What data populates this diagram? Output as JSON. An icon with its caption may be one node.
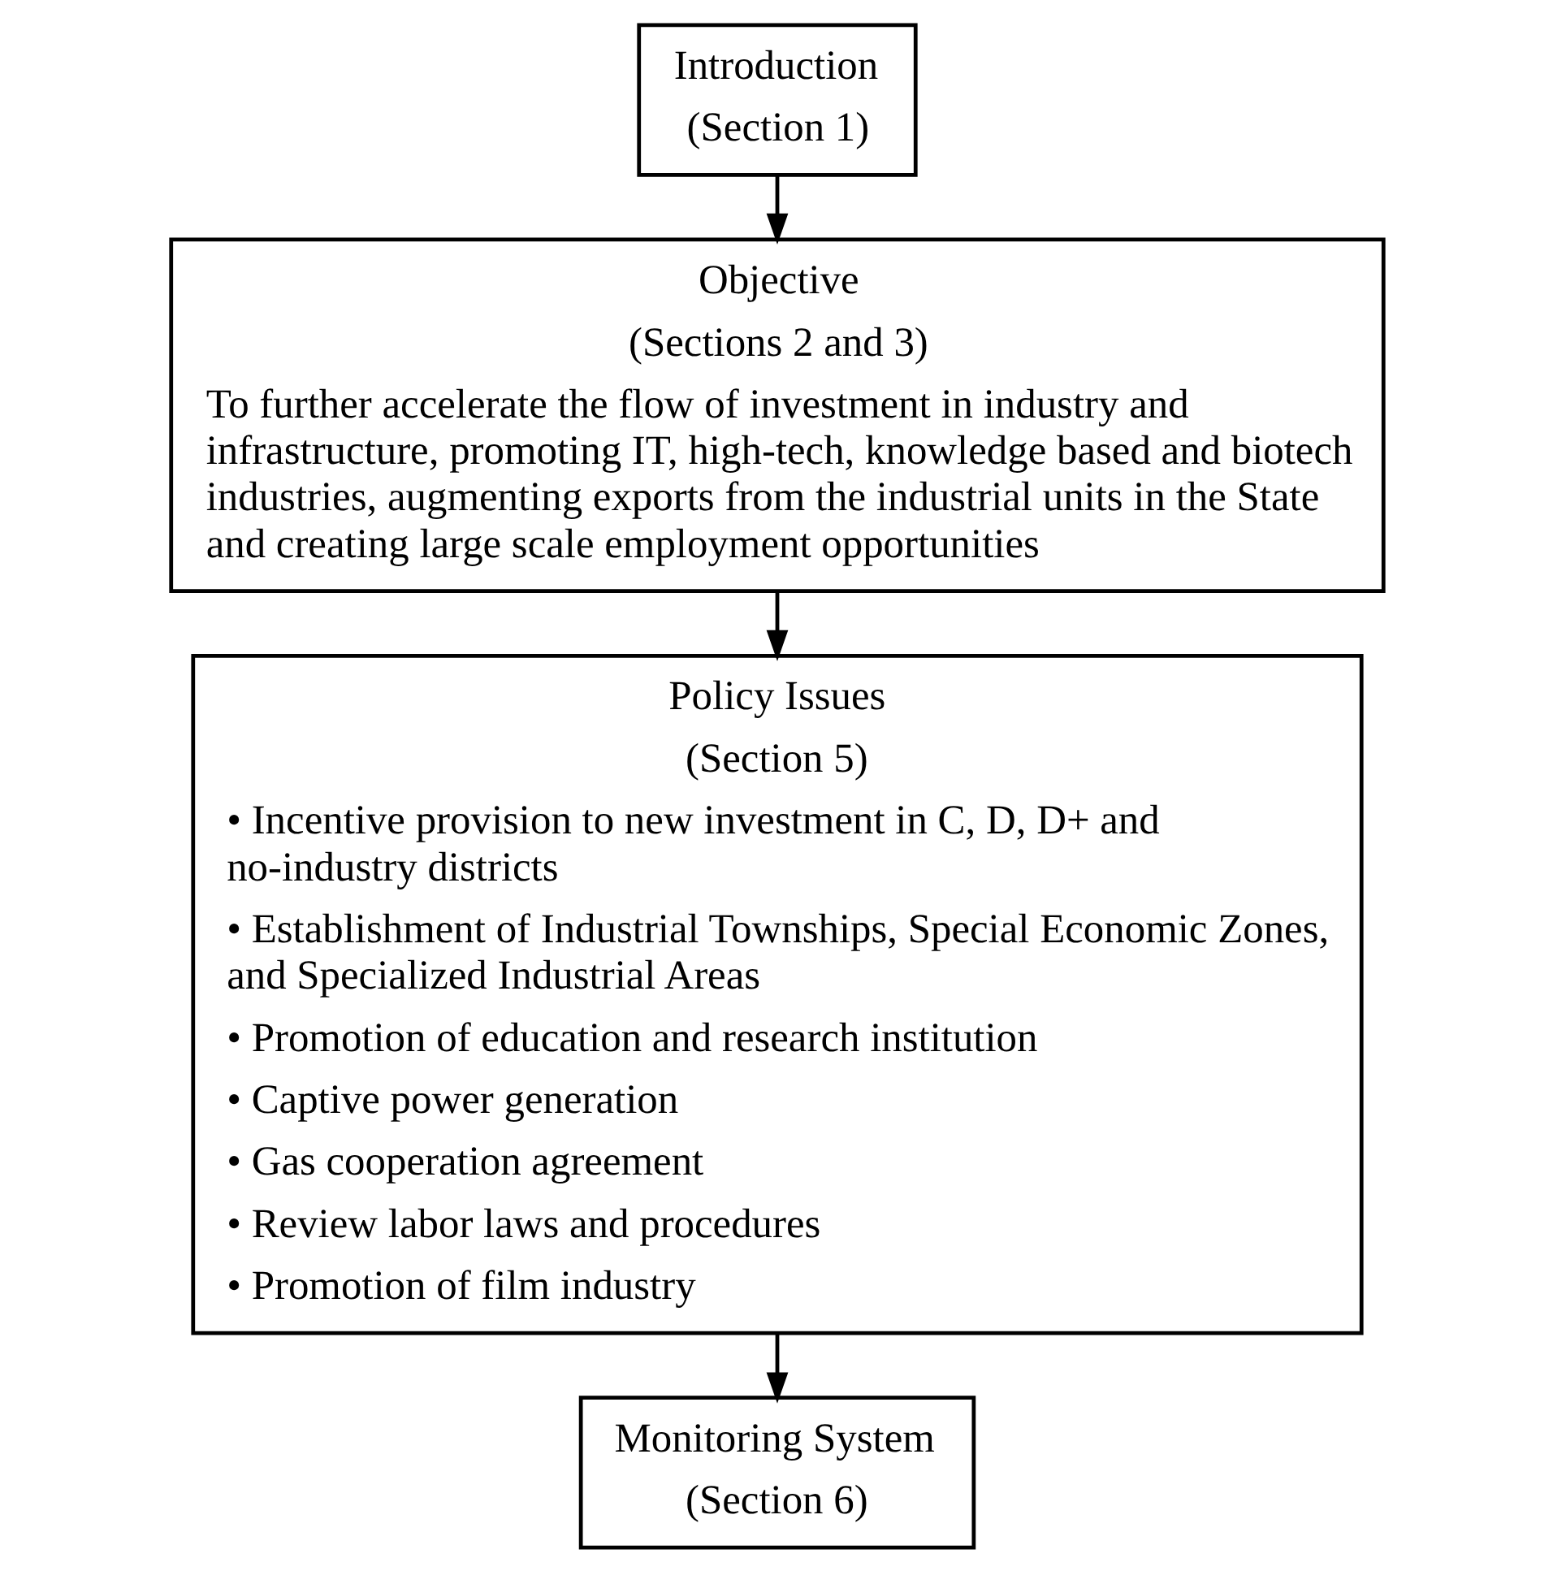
{
  "diagram": {
    "nodes": [
      {
        "text": [
          "Introduction",
          "(Section 1)"
        ]
      },
      {
        "text": [
          "Objective",
          "(Sections 2 and 3)",
          "To further accelerate the flow of investment in industry and infrastructure, promoting IT, high-tech, knowledge based and biotech industries, augmenting exports from the industrial units in the State and creating large scale employment opportunities"
        ]
      },
      {
        "text": [
          "Policy Issues",
          "(Section 5)",
          "• Incentive provision to new investment in C, D, D+ and no-industry districts",
          "• Establishment of Industrial Townships, Special Economic Zones, and Specialized Industrial Areas",
          "• Promotion of education and research institution",
          "• Captive power generation",
          "• Gas cooperation agreement",
          "• Review labor laws and procedures",
          "• Promotion of film industry"
        ]
      },
      {
        "text": [
          "Monitoring System",
          "(Section 6)"
        ]
      }
    ],
    "edges": [
      {
        "from": 0,
        "to": 1,
        "arrow": "to"
      },
      {
        "from": 1,
        "to": 2,
        "arrow": "to"
      },
      {
        "from": 2,
        "to": 3,
        "arrow": "to"
      }
    ]
  }
}
